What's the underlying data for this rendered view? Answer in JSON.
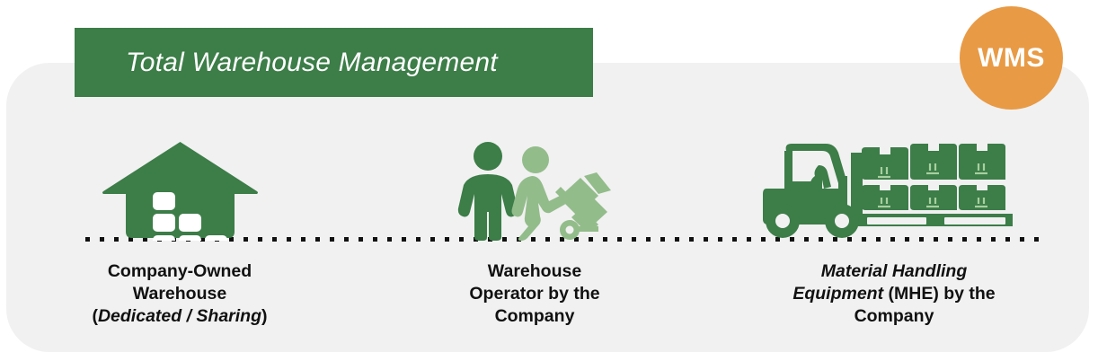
{
  "banner": {
    "title": "Total Warehouse Management",
    "background_color": "#3C7D48",
    "text_color": "#FFFFFF"
  },
  "badge": {
    "label": "WMS",
    "background_color": "#E89A45",
    "text_color": "#FFFFFF"
  },
  "panel": {
    "background_color": "#F1F1F1"
  },
  "separator": {
    "style": "dotted",
    "color": "#111111"
  },
  "columns": [
    {
      "icon": "warehouse-house-icon",
      "icon_color": "#3C7D48",
      "caption_line1": "Company-Owned",
      "caption_line2": "Warehouse",
      "caption_line3_prefix": "(",
      "caption_line3_italic": "Dedicated / Sharing",
      "caption_line3_suffix": ")"
    },
    {
      "icon": "warehouse-operator-icon",
      "icon_color": "#3C7D48",
      "icon_secondary_color": "#8FB787",
      "caption_line1": "Warehouse",
      "caption_line2": "Operator by the",
      "caption_line3": "Company"
    },
    {
      "icon": "forklift-pallet-icon",
      "icon_color": "#3C7D48",
      "caption_line1_italic": "Material Handling",
      "caption_line2_italic": "Equipment",
      "caption_line2_rest": " (MHE) by the",
      "caption_line3": "Company"
    }
  ]
}
